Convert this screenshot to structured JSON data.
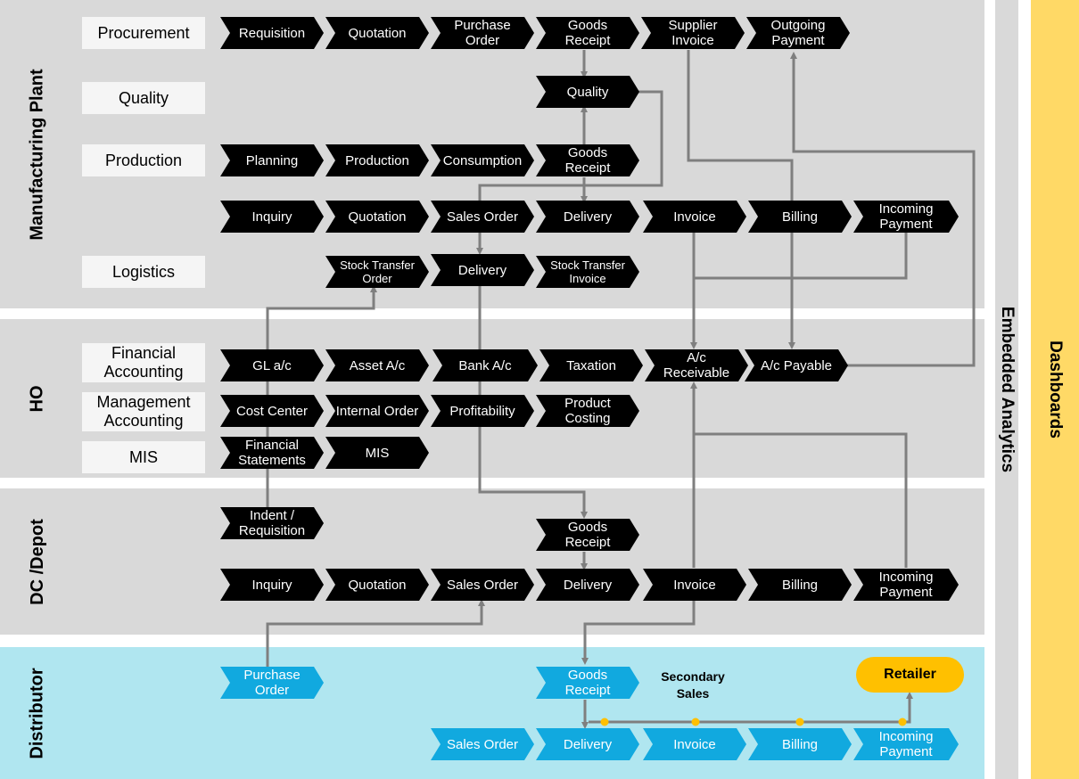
{
  "sections": {
    "manufacturing": "Manufacturing Plant",
    "ho": "HO",
    "dc": "DC /Depot",
    "distributor": "Distributor"
  },
  "side": {
    "embedded": "Embedded Analytics",
    "dashboards": "Dashboards"
  },
  "labels": {
    "procurement": "Procurement",
    "quality": "Quality",
    "production": "Production",
    "logistics": "Logistics",
    "financial_accounting": "Financial Accounting",
    "management_accounting": "Management Accounting",
    "mis": "MIS"
  },
  "steps": {
    "proc_requisition": "Requisition",
    "proc_quotation": "Quotation",
    "proc_purchase_order": "Purchase Order",
    "proc_goods_receipt": "Goods Receipt",
    "proc_supplier_invoice": "Supplier Invoice",
    "proc_outgoing_payment": "Outgoing Payment",
    "quality": "Quality",
    "prod_planning": "Planning",
    "prod_production": "Production",
    "prod_consumption": "Consumption",
    "prod_goods_receipt": "Goods Receipt",
    "sales_inquiry": "Inquiry",
    "sales_quotation": "Quotation",
    "sales_sales_order": "Sales Order",
    "sales_delivery": "Delivery",
    "sales_invoice": "Invoice",
    "sales_billing": "Billing",
    "sales_incoming_payment": "Incoming Payment",
    "log_stock_transfer_order": "Stock Transfer Order",
    "log_delivery": "Delivery",
    "log_stock_transfer_invoice": "Stock Transfer Invoice",
    "fa_gl": "GL a/c",
    "fa_asset": "Asset A/c",
    "fa_bank": "Bank A/c",
    "fa_taxation": "Taxation",
    "fa_receivable": "A/c Receivable",
    "fa_payable": "A/c Payable",
    "ma_cost_center": "Cost Center",
    "ma_internal_order": "Internal Order",
    "ma_profitability": "Profitability",
    "ma_product_costing": "Product Costing",
    "mis_fin_statements": "Financial Statements",
    "mis_mis": "MIS",
    "dc_indent": "Indent / Requisition",
    "dc_goods_receipt": "Goods Receipt",
    "dc_inquiry": "Inquiry",
    "dc_quotation": "Quotation",
    "dc_sales_order": "Sales Order",
    "dc_delivery": "Delivery",
    "dc_invoice": "Invoice",
    "dc_billing": "Billing",
    "dc_incoming_payment": "Incoming Payment",
    "dist_purchase_order": "Purchase Order",
    "dist_goods_receipt": "Goods Receipt",
    "dist_sales_order": "Sales Order",
    "dist_delivery": "Delivery",
    "dist_invoice": "Invoice",
    "dist_billing": "Billing",
    "dist_incoming_payment": "Incoming Payment"
  },
  "secondary_sales": "Secondary Sales",
  "retailer": "Retailer",
  "colors": {
    "band_gray": "#d9d9d9",
    "band_blue": "#b0e6f0",
    "step_black": "#000000",
    "step_blue": "#11a9df",
    "connector": "#7f7f7f",
    "dashboards": "#ffd966",
    "retailer": "#ffc000"
  }
}
